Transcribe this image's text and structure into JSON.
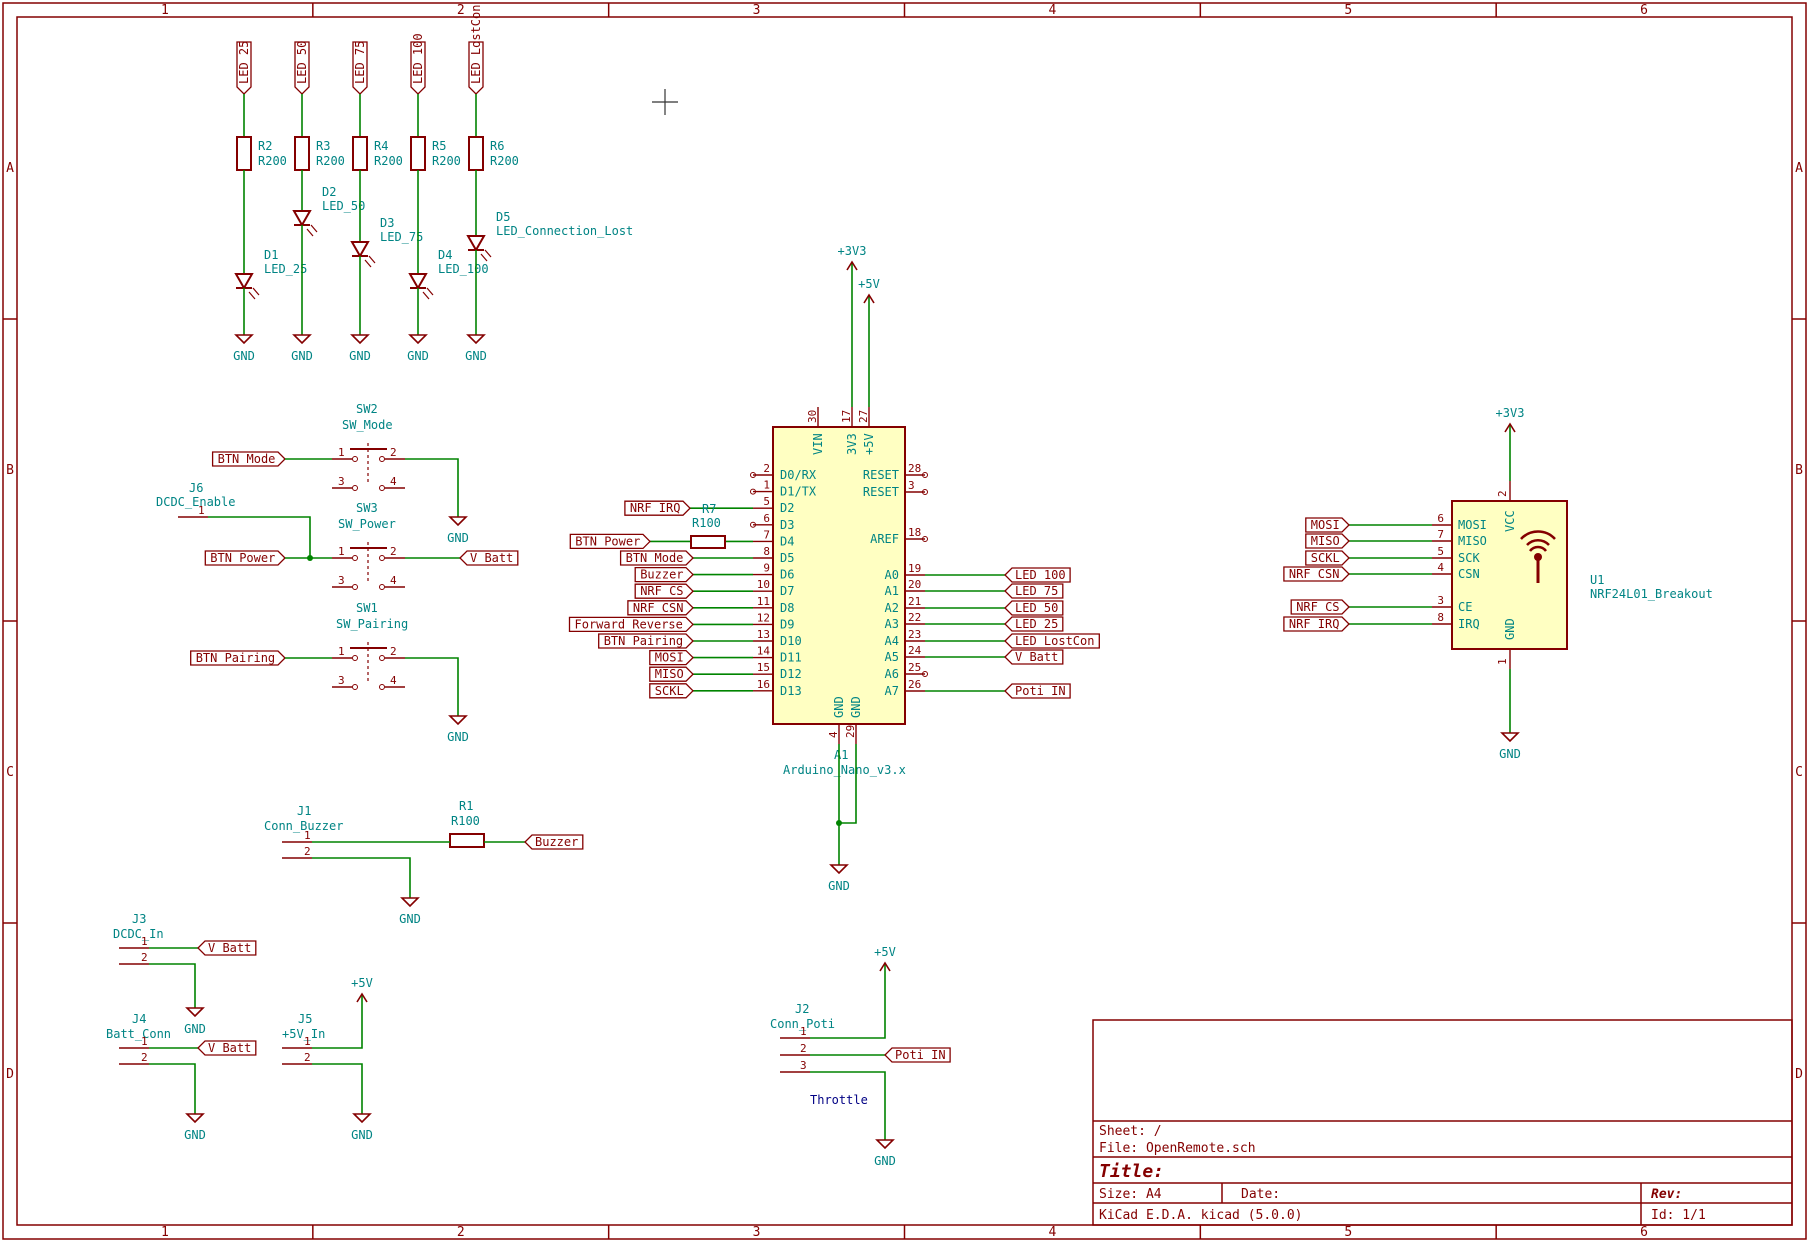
{
  "border": {
    "cols": [
      "1",
      "2",
      "3",
      "4",
      "5",
      "6"
    ],
    "rows": [
      "A",
      "B",
      "C",
      "D"
    ]
  },
  "title_block": {
    "sheet": "Sheet: /",
    "file": "File: OpenRemote.sch",
    "title": "Title:",
    "size": "Size: A4",
    "date": "Date:",
    "rev": "Rev:",
    "tool": "KiCad E.D.A.  kicad (5.0.0)",
    "id": "Id: 1/1"
  },
  "leds": [
    {
      "label": "LED_25",
      "r_ref": "R2",
      "r_val": "R200",
      "d_ref": "D1",
      "d_val": "LED_25",
      "gnd": "GND"
    },
    {
      "label": "LED_50",
      "r_ref": "R3",
      "r_val": "R200",
      "d_ref": "D2",
      "d_val": "LED_50",
      "gnd": "GND"
    },
    {
      "label": "LED_75",
      "r_ref": "R4",
      "r_val": "R200",
      "d_ref": "D3",
      "d_val": "LED_75",
      "gnd": "GND"
    },
    {
      "label": "LED_100",
      "r_ref": "R5",
      "r_val": "R200",
      "d_ref": "D4",
      "d_val": "LED_100",
      "gnd": "GND"
    },
    {
      "label": "LED_LostCon",
      "r_ref": "R6",
      "r_val": "R200",
      "d_ref": "D5",
      "d_val": "LED_Connection_Lost",
      "gnd": "GND"
    }
  ],
  "switches": [
    {
      "ref": "SW2",
      "val": "SW_Mode",
      "label": "BTN_Mode",
      "out": "GND"
    },
    {
      "ref": "SW3",
      "val": "SW_Power",
      "label": "BTN_Power",
      "out": "V_Batt"
    },
    {
      "ref": "SW1",
      "val": "SW_Pairing",
      "label": "BTN_Pairing",
      "out": "GND"
    }
  ],
  "switch_pins": [
    "1",
    "2",
    "3",
    "4"
  ],
  "j6": {
    "ref": "J6",
    "val": "DCDC_Enable",
    "pin": "1"
  },
  "arduino": {
    "ref": "A1",
    "val": "Arduino_Nano_v3.x",
    "top_pins": [
      {
        "num": "30",
        "name": "VIN"
      },
      {
        "num": "17",
        "name": "3V3"
      },
      {
        "num": "27",
        "name": "+5V"
      }
    ],
    "bottom_pins": [
      {
        "num": "4",
        "name": "GND"
      },
      {
        "num": "29",
        "name": "GND"
      }
    ],
    "left_pins": [
      {
        "num": "2",
        "name": "D0/RX",
        "label": ""
      },
      {
        "num": "1",
        "name": "D1/TX",
        "label": ""
      },
      {
        "num": "5",
        "name": "D2",
        "label": "NRF_IRQ"
      },
      {
        "num": "6",
        "name": "D3",
        "label": ""
      },
      {
        "num": "7",
        "name": "D4",
        "label": "BTN_Power"
      },
      {
        "num": "8",
        "name": "D5",
        "label": "BTN_Mode"
      },
      {
        "num": "9",
        "name": "D6",
        "label": "Buzzer"
      },
      {
        "num": "10",
        "name": "D7",
        "label": "NRF_CS"
      },
      {
        "num": "11",
        "name": "D8",
        "label": "NRF_CSN"
      },
      {
        "num": "12",
        "name": "D9",
        "label": "Forward_Reverse"
      },
      {
        "num": "13",
        "name": "D10",
        "label": "BTN_Pairing"
      },
      {
        "num": "14",
        "name": "D11",
        "label": "MOSI"
      },
      {
        "num": "15",
        "name": "D12",
        "label": "MISO"
      },
      {
        "num": "16",
        "name": "D13",
        "label": "SCKL"
      }
    ],
    "right_pins": [
      {
        "num": "28",
        "name": "RESET",
        "label": ""
      },
      {
        "num": "3",
        "name": "RESET",
        "label": ""
      },
      {
        "num": "18",
        "name": "AREF",
        "label": ""
      },
      {
        "num": "19",
        "name": "A0",
        "label": "LED_100"
      },
      {
        "num": "20",
        "name": "A1",
        "label": "LED_75"
      },
      {
        "num": "21",
        "name": "A2",
        "label": "LED_50"
      },
      {
        "num": "22",
        "name": "A3",
        "label": "LED_25"
      },
      {
        "num": "23",
        "name": "A4",
        "label": "LED_LostCon"
      },
      {
        "num": "24",
        "name": "A5",
        "label": "V_Batt"
      },
      {
        "num": "25",
        "name": "A6",
        "label": ""
      },
      {
        "num": "26",
        "name": "A7",
        "label": "Poti_IN"
      }
    ],
    "r7": {
      "ref": "R7",
      "val": "R100"
    },
    "pwr_3v3": "+3V3",
    "pwr_5v": "+5V",
    "gnd": "GND"
  },
  "nrf": {
    "ref": "U1",
    "val": "NRF24L01_Breakout",
    "pwr": "+3V3",
    "gnd": "GND",
    "vcc": {
      "num": "2",
      "name": "VCC"
    },
    "gndpin": {
      "num": "1",
      "name": "GND"
    },
    "pins": [
      {
        "num": "6",
        "name": "MOSI",
        "label": "MOSI"
      },
      {
        "num": "7",
        "name": "MISO",
        "label": "MISO"
      },
      {
        "num": "5",
        "name": "SCK",
        "label": "SCKL"
      },
      {
        "num": "4",
        "name": "CSN",
        "label": "NRF_CSN"
      },
      {
        "num": "3",
        "name": "CE",
        "label": "NRF_CS"
      },
      {
        "num": "8",
        "name": "IRQ",
        "label": "NRF_IRQ"
      }
    ]
  },
  "buzzer": {
    "ref": "J1",
    "val": "Conn_Buzzer",
    "r_ref": "R1",
    "r_val": "R100",
    "label": "Buzzer",
    "gnd": "GND",
    "p1": "1",
    "p2": "2"
  },
  "j3": {
    "ref": "J3",
    "val": "DCDC_In",
    "label": "V_Batt",
    "gnd": "GND",
    "p1": "1",
    "p2": "2"
  },
  "j4": {
    "ref": "J4",
    "val": "Batt_Conn",
    "label": "V_Batt",
    "gnd": "GND",
    "p1": "1",
    "p2": "2"
  },
  "j5": {
    "ref": "J5",
    "val": "+5V_In",
    "pwr": "+5V",
    "gnd": "GND",
    "p1": "1",
    "p2": "2"
  },
  "j2": {
    "ref": "J2",
    "val": "Conn_Poti",
    "pwr": "+5V",
    "label": "Poti_IN",
    "gnd": "GND",
    "note": "Throttle",
    "p1": "1",
    "p2": "2",
    "p3": "3"
  }
}
